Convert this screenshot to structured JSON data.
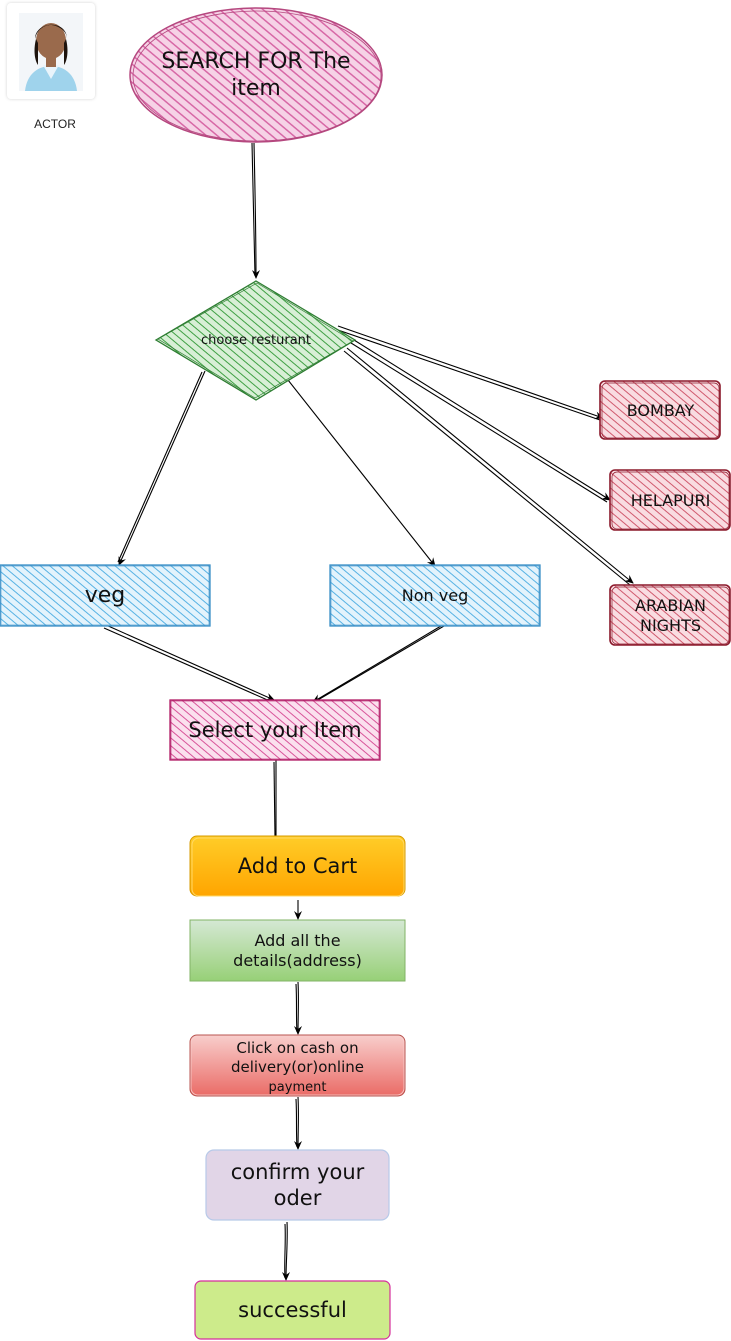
{
  "actor": {
    "label": "ACTOR",
    "icon": "person-photo-icon"
  },
  "nodes": {
    "search": "SEARCH FOR The item",
    "decision": "choose resturant",
    "bombay": "BOMBAY",
    "helapuri": "HELAPURI",
    "arabian": "ARABIAN NIGHTS",
    "veg": "veg",
    "nonveg": "Non veg",
    "select": "Select your Item",
    "cart": "Add to Cart",
    "details": "Add all the details(address)",
    "payment_line1": "Click on cash on delivery(or)online",
    "payment_line2": "payment",
    "confirm": "confirm your oder",
    "success": "successful"
  },
  "colors": {
    "search_fill": "#e07fb4",
    "search_stroke": "#b5487f",
    "decision_fill": "#4caf50",
    "decision_stroke": "#2e7d32",
    "restaurant_fill": "#e06a7e",
    "restaurant_stroke": "#8b1a2c",
    "veg_fill": "#6ec0ea",
    "veg_stroke": "#3a8fc7",
    "select_fill": "#d84c93",
    "select_stroke": "#b01a64",
    "cart_fill": "#ffb400",
    "details_fill": "#b9e0a3",
    "details_stroke": "#82b366",
    "payment_fill": "#f08b87",
    "payment_stroke": "#b85450",
    "confirm_fill": "#e1d5e7",
    "confirm_stroke": "#9673a6",
    "success_fill": "#cdeb8b",
    "success_stroke": "#d62f9c"
  }
}
